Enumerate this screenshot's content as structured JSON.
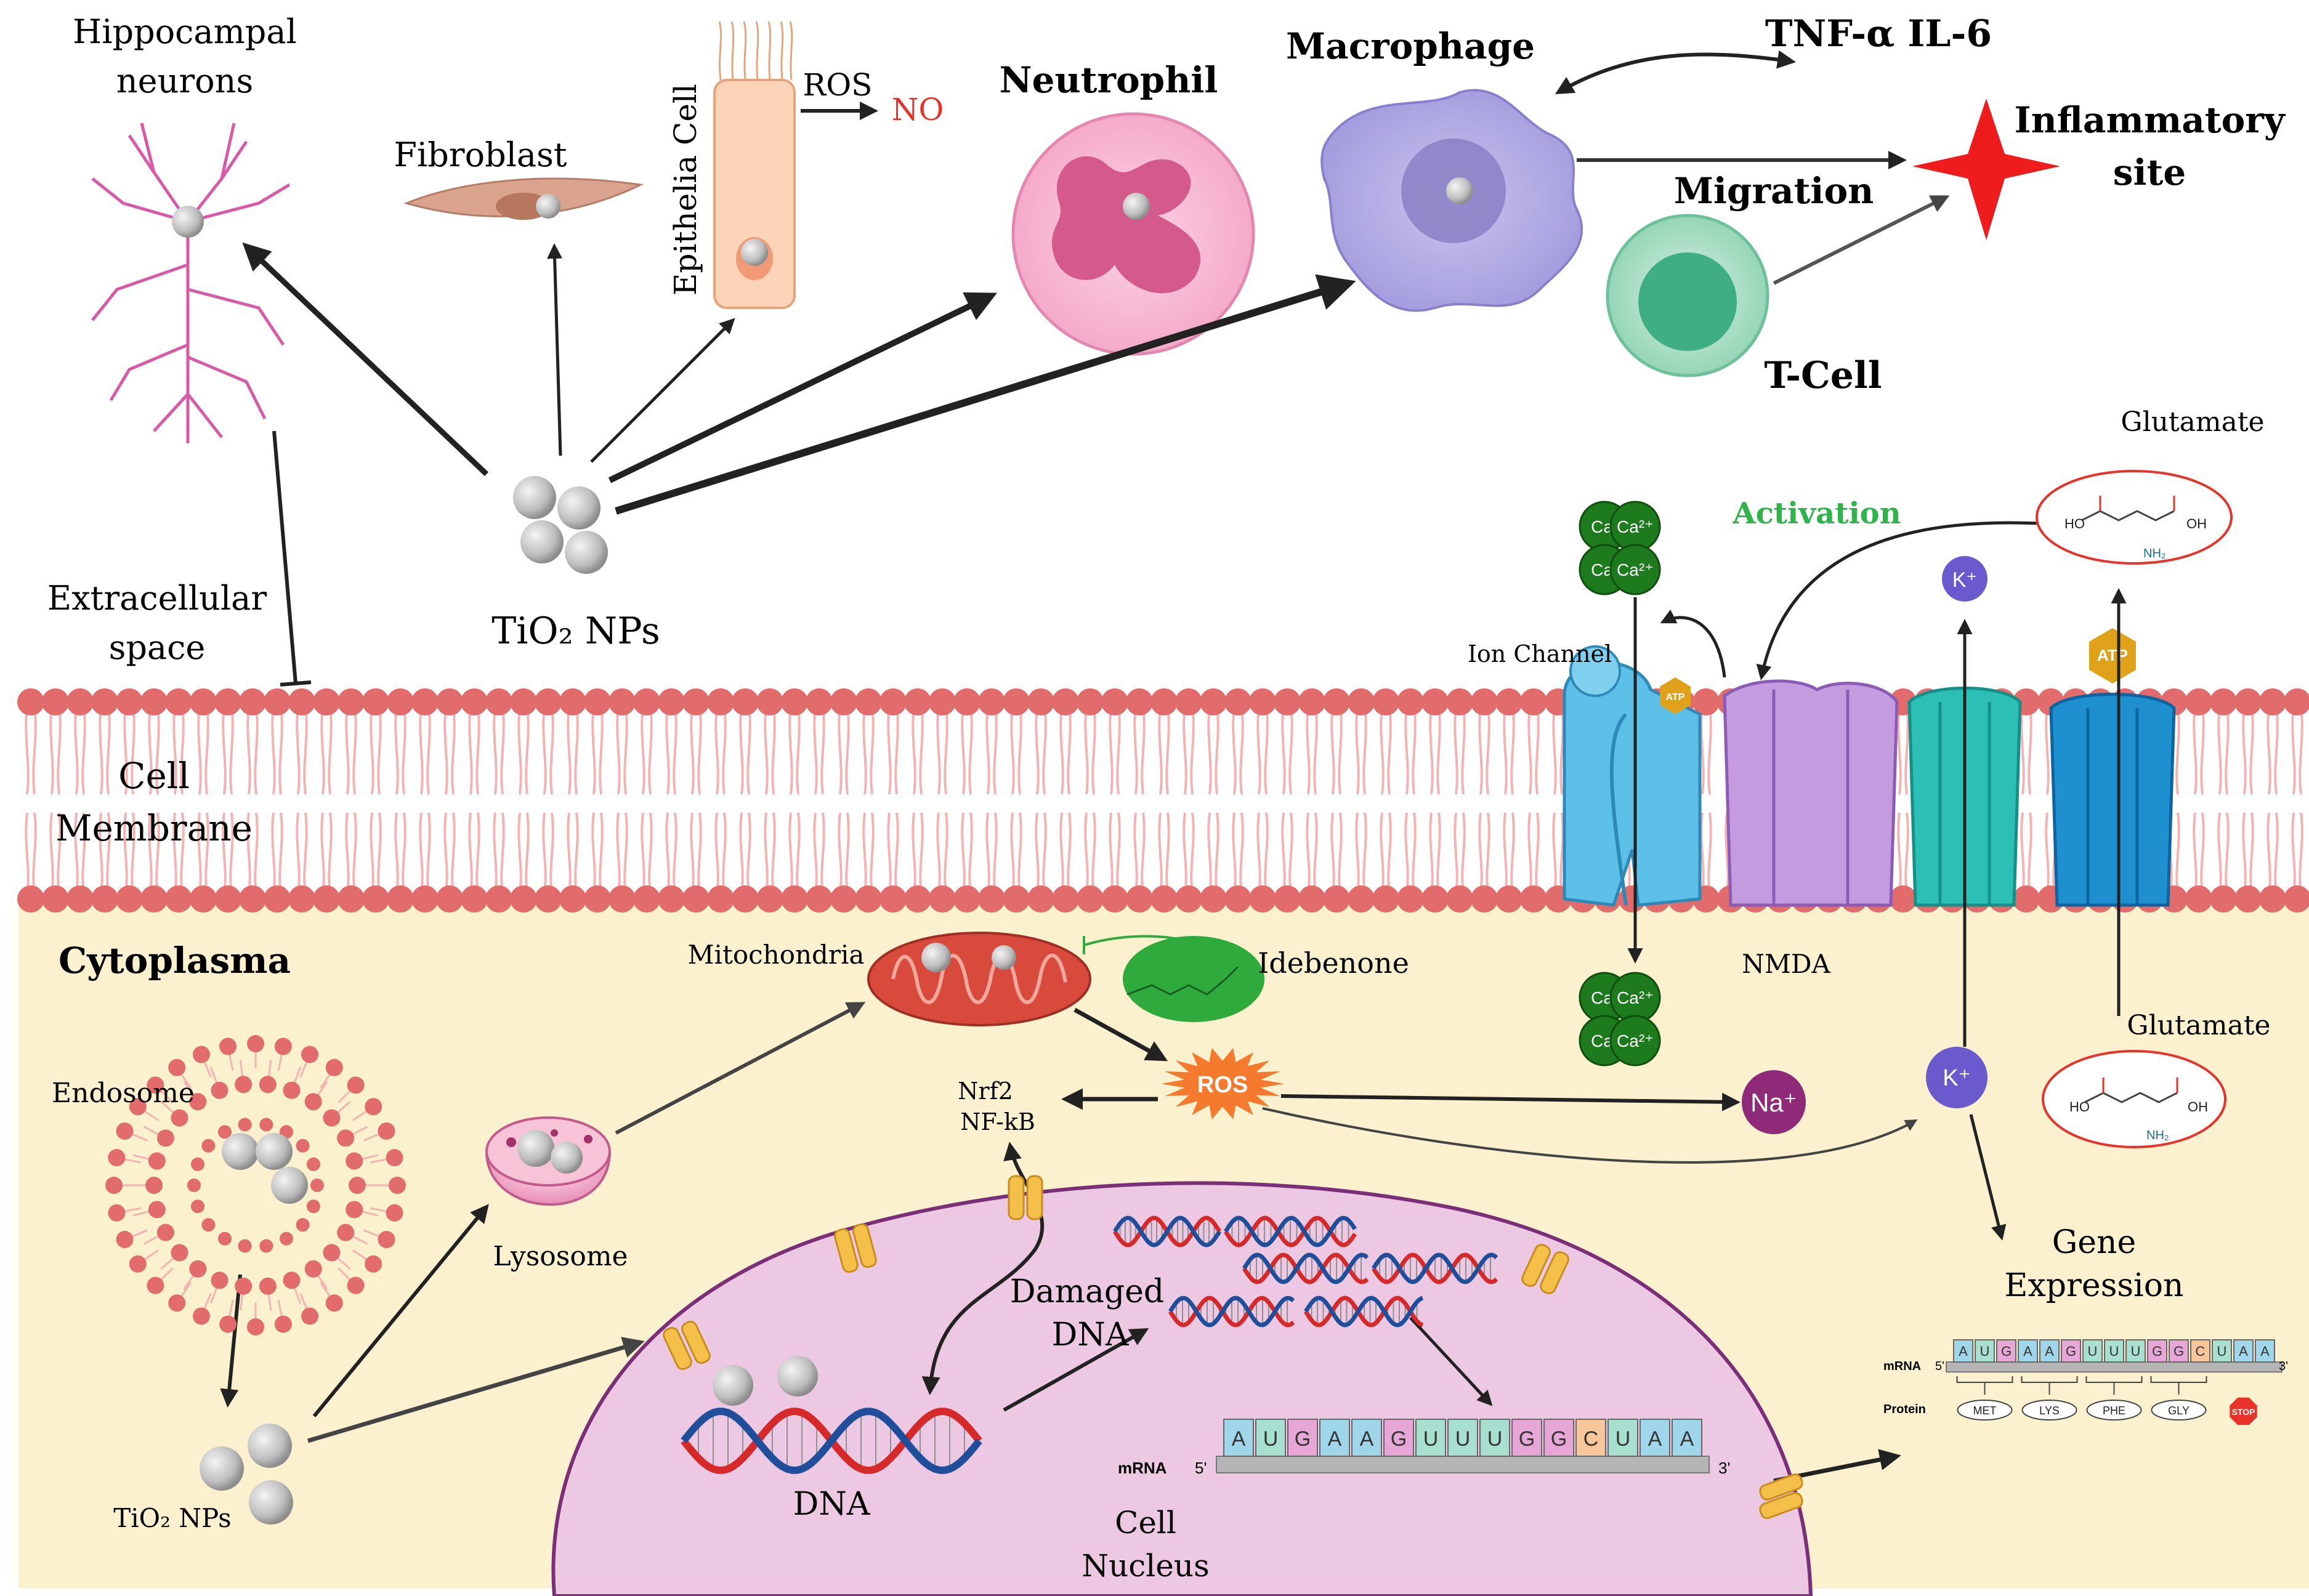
{
  "colors": {
    "cytoplasm": "#fbf1cf",
    "lipid_head": "#e26b6b",
    "lipid_tail": "#f3b3b3",
    "nucleus": "#ecc8e3",
    "nucleus_border": "#7a2f78",
    "np": "#bdbdbd",
    "no_text": "#e8332b",
    "activation_text": "#2fb34a",
    "inflammatory_star": "#ee1c1c",
    "calcium": "#1d7a1d",
    "potassium": "#6a5acd",
    "sodium": "#8e2a78",
    "atp": "#e0a21a",
    "ros": "#f57a2e"
  },
  "labels": {
    "hippocampal_neurons": [
      "Hippocampal",
      "neurons"
    ],
    "fibroblast": "Fibroblast",
    "epithelia_cell": "Epithelia Cell",
    "ros_top": "ROS",
    "no": "NO",
    "neutrophil": "Neutrophil",
    "macrophage": "Macrophage",
    "cytokines": "TNF-α IL-6",
    "inflammatory_site": [
      "Inflammatory",
      "site"
    ],
    "migration": "Migration",
    "t_cell": "T-Cell",
    "glutamate_top": "Glutamate",
    "activation": "Activation",
    "extracellular_space": [
      "Extracellular",
      "space"
    ],
    "tio2_nps_top": "TiO₂ NPs",
    "ion_channel": "Ion Channel",
    "cell_membrane": [
      "Cell",
      "Membrane"
    ],
    "cytoplasma": "Cytoplasma",
    "mitochondria": "Mitochondria",
    "idebenone": "Idebenone",
    "nmda": "NMDA",
    "glutamate_bottom": "Glutamate",
    "endosome": "Endosome",
    "nrf2": "Nrf2",
    "nfkb": "NF-kB",
    "ros": "ROS",
    "na": "Na⁺",
    "k_plus": "K⁺",
    "lysosome": "Lysosome",
    "gene_expression": [
      "Gene",
      "Expression"
    ],
    "damaged_dna": [
      "Damaged",
      "DNA"
    ],
    "dna": "DNA",
    "mrna": "mRNA",
    "protein": "Protein",
    "five_prime": "5'",
    "three_prime": "3'",
    "tio2_nps_bottom": "TiO₂ NPs",
    "cell_nucleus": [
      "Cell",
      "Nucleus"
    ],
    "ca": "Ca",
    "ca2": "Ca²⁺",
    "atp": "ATP",
    "oh": "OH",
    "ho": "HO",
    "nh2": "NH₂",
    "stop": "STOP"
  },
  "mrna_sequence": [
    "A",
    "U",
    "G",
    "A",
    "A",
    "G",
    "U",
    "U",
    "U",
    "G",
    "G",
    "C",
    "U",
    "A",
    "A"
  ],
  "base_colors": {
    "A": "#9fd6ea",
    "U": "#a8e0cf",
    "G": "#e6a6d6",
    "C": "#f7c69a"
  },
  "proteins": [
    "MET",
    "LYS",
    "PHE",
    "GLY"
  ]
}
